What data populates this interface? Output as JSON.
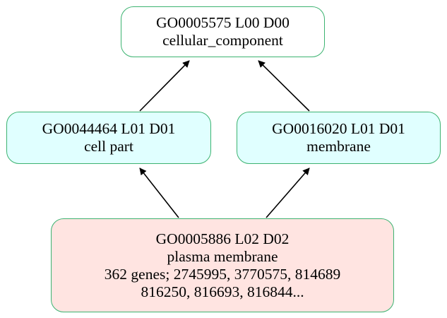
{
  "colors": {
    "border": "#3cb371",
    "root_fill": "#ffffff",
    "level1_fill": "#e0ffff",
    "leaf_fill": "#ffe4e1",
    "edge": "#000000"
  },
  "nodes": {
    "root": {
      "id_line": "GO0005575 L00 D00",
      "name": "cellular_component"
    },
    "cell_part": {
      "id_line": "GO0044464 L01 D01",
      "name": "cell part"
    },
    "membrane": {
      "id_line": "GO0016020 L01 D01",
      "name": "membrane"
    },
    "plasma_membrane": {
      "id_line": "GO0005886 L02 D02",
      "name": "plasma membrane",
      "genes_line1": "362 genes; 2745995, 3770575, 814689",
      "genes_line2": "816250, 816693, 816844..."
    }
  },
  "edges": [
    {
      "from": "cell_part",
      "to": "root"
    },
    {
      "from": "membrane",
      "to": "root"
    },
    {
      "from": "plasma_membrane",
      "to": "cell_part"
    },
    {
      "from": "plasma_membrane",
      "to": "membrane"
    }
  ]
}
